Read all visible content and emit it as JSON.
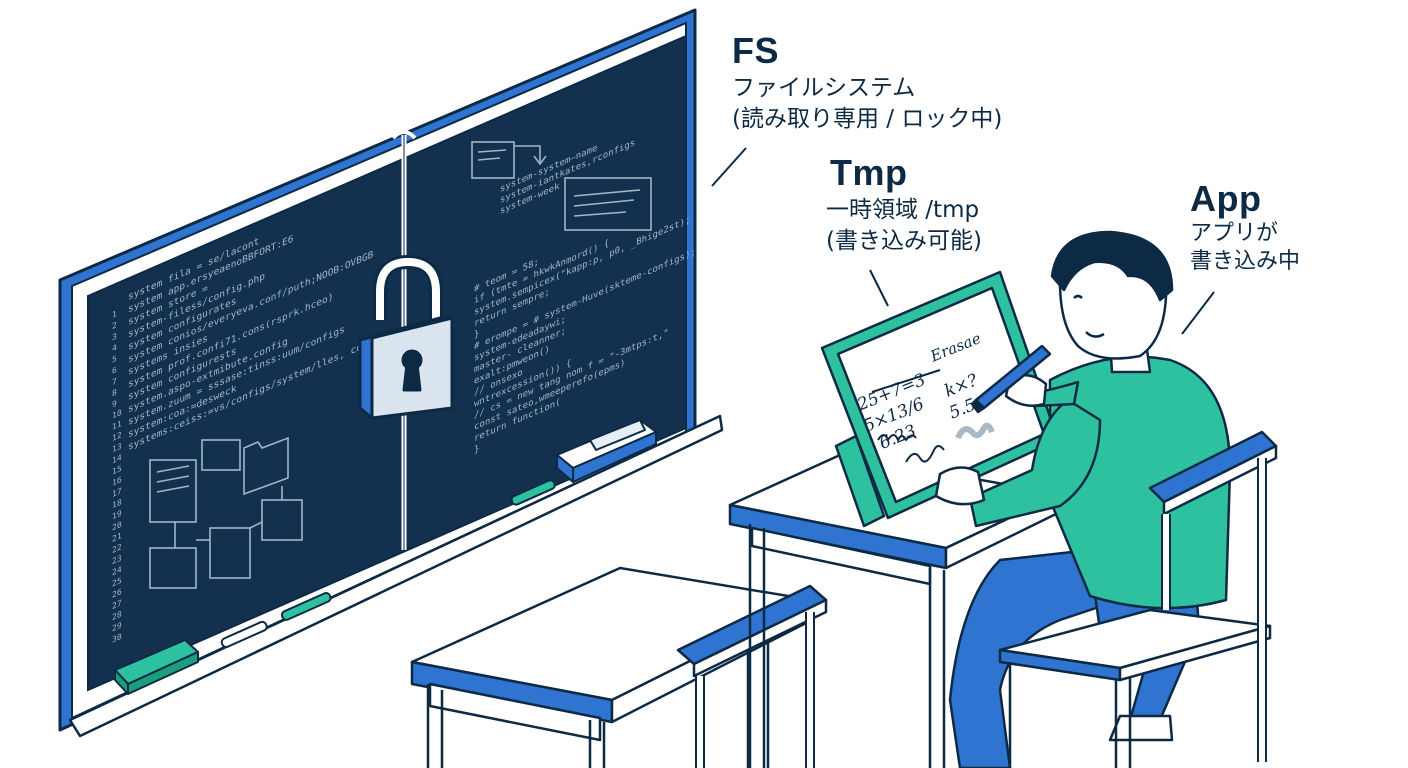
{
  "labels": {
    "fs": {
      "title": "FS",
      "line1": "ファイルシステム",
      "line2": "(読み取り専用 / ロック中)"
    },
    "tmp": {
      "title": "Tmp",
      "line1": "一時領域 /tmp",
      "line2": "(書き込み可能)"
    },
    "app": {
      "title": "App",
      "line1": "アプリが",
      "line2": "書き込み中"
    }
  },
  "blackboard": {
    "left_panel_lines": [
      "system fila = se/lacont",
      "system app.ersyeaenoBBFORT:E6",
      "system store =",
      "system-filess/config.php",
      "system configurates",
      "system conios/everyeva.conf/puth;NOOB:OVBGB",
      "systems insies",
      "system prof.confi71.cons(rsprk.hceo)",
      "system configurests",
      "system.aspo-extmibute.config",
      "system.zuum = sssase:tinss:uum/configs",
      "system:coa:=desweck",
      "systems:ceiss:=vs/configs/system/lles, configs"
    ],
    "line_numbers": [
      "1",
      "2",
      "3",
      "4",
      "5",
      "6",
      "7",
      "8",
      "9",
      "10",
      "11",
      "12",
      "13",
      "14",
      "15",
      "16",
      "17",
      "18",
      "19",
      "20",
      "21",
      "22",
      "23",
      "24",
      "25",
      "26",
      "27",
      "28",
      "29",
      "30"
    ],
    "right_panel_top_lines": [
      "system-system—name",
      "system-iantkates,rconfigs",
      "system-week"
    ],
    "right_panel_code_lines": [
      "# teom = 58;",
      "if (tmte = hkwkAnmord() {",
      "system.sempicex(\"kapp:p, p0, _Bhige2st);",
      "return sempre;",
      "}",
      "# erompe = # system-Huve(skteme-configs);",
      "system-edeadaywi;",
      "master- cleanner;",
      "exalt:pmweon()",
      "// onsexo",
      "wntrexcession()) {",
      "// cs = new tang nom f = \"-3mtps:t,\"",
      "const sateo,wmeeperefo(epms)",
      "return function(",
      "}"
    ]
  },
  "tablet": {
    "erase_label": "Erasae",
    "lines": [
      "25+7=3",
      "5×13/6",
      "6.23",
      "k×?",
      "5.5+"
    ]
  }
}
